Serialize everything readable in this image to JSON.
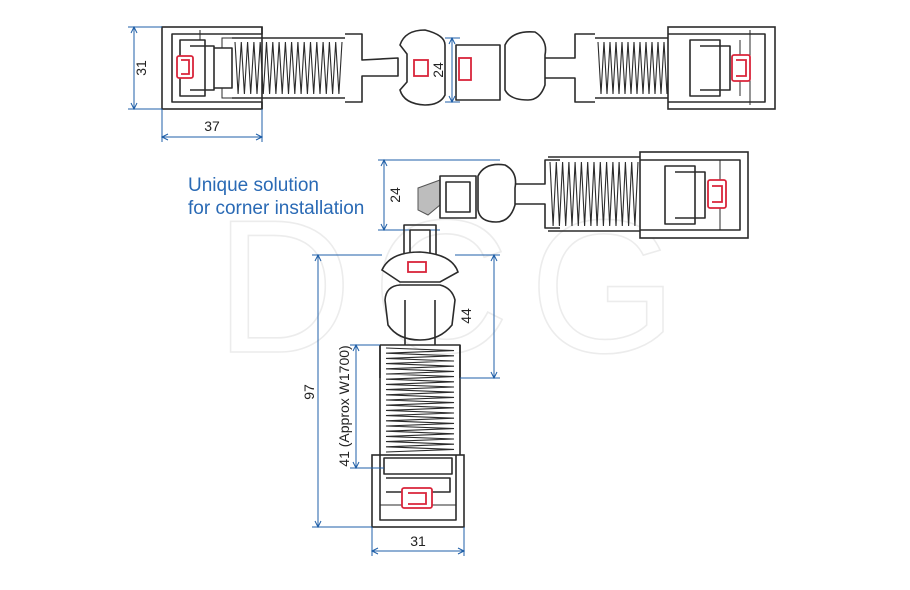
{
  "watermark": "DCG",
  "caption": {
    "line1": "Unique solution",
    "line2": "for corner installation"
  },
  "dimensions": {
    "top_height": "31",
    "top_width": "37",
    "top_gap": "24",
    "corner_gap": "24",
    "vertical_overall": "97",
    "vertical_spring": "41 (Approx W1700)",
    "vertical_mid": "44",
    "vertical_width": "31"
  },
  "colors": {
    "dimension_line": "#1f5fa8",
    "caption": "#2a6ab5",
    "gasket": "#d9243a"
  }
}
